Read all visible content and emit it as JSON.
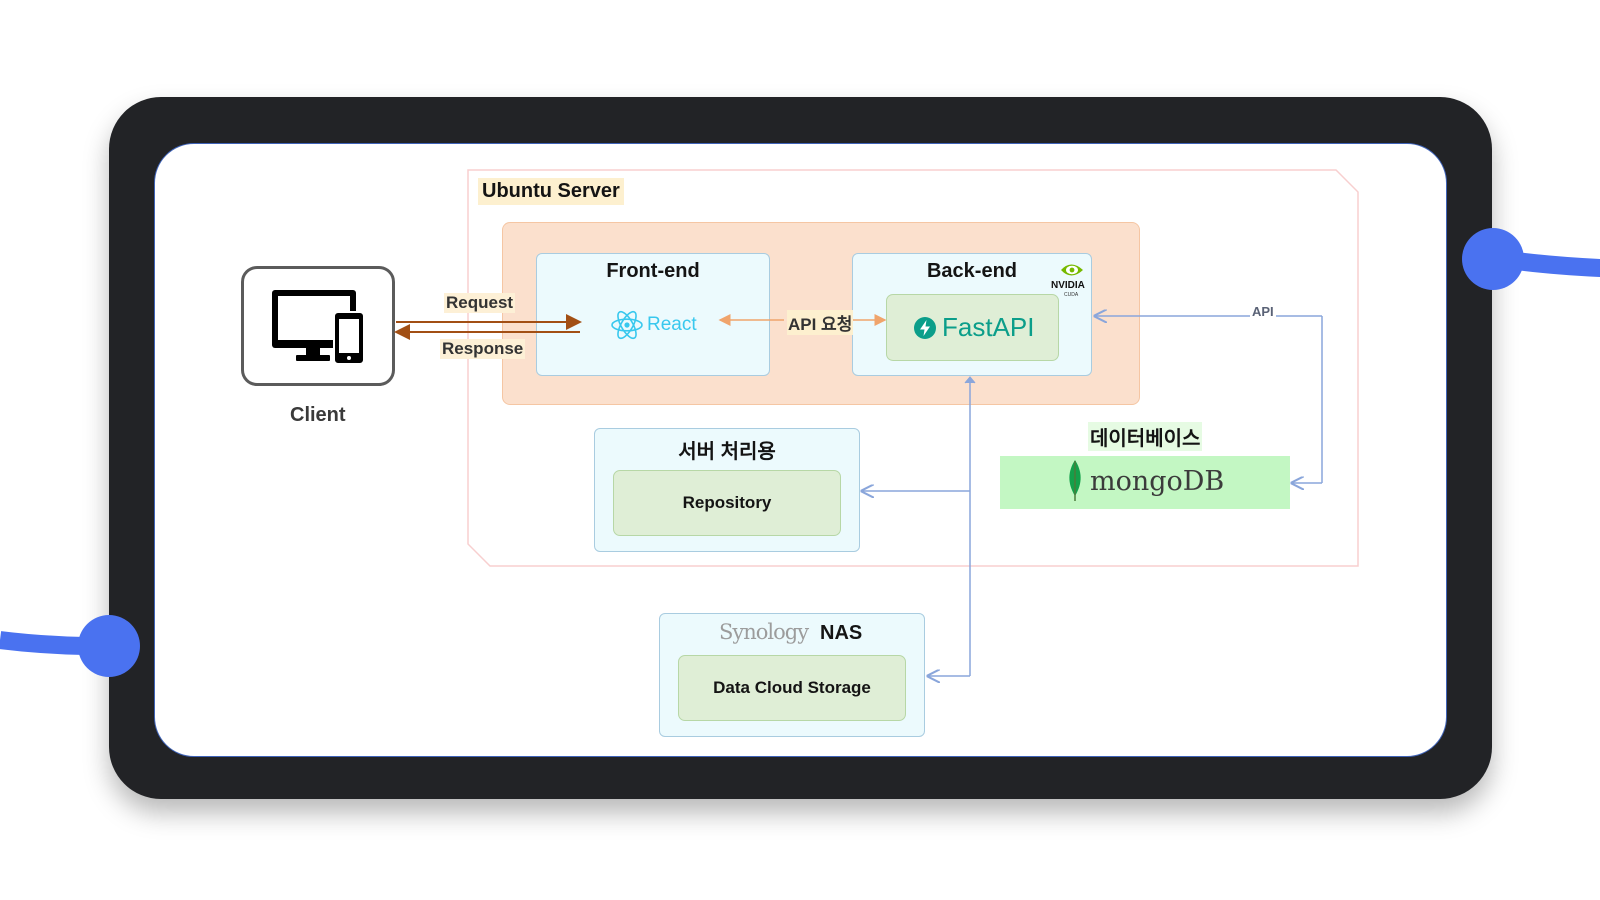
{
  "client": {
    "label": "Client",
    "icon": "desktop-mobile-icon"
  },
  "arrows": {
    "request": "Request",
    "response": "Response",
    "api_request": "API 요청",
    "api": "API"
  },
  "server": {
    "title": "Ubuntu Server"
  },
  "frontend": {
    "title": "Front-end",
    "tech": "React",
    "icon": "react-icon"
  },
  "backend": {
    "title": "Back-end",
    "tech": "FastAPI",
    "icon": "fastapi-icon",
    "badge": "NVIDIA",
    "badge_sub": "CUDA"
  },
  "server_processing": {
    "title": "서버 처리용",
    "item": "Repository"
  },
  "database": {
    "title": "데이터베이스",
    "tech": "mongoDB",
    "icon": "mongodb-leaf-icon"
  },
  "nas": {
    "brand": "Synology",
    "title": "NAS",
    "item": "Data Cloud Storage"
  },
  "colors": {
    "frame": "#222326",
    "accent_blue": "#4a72f0",
    "orange_container": "#fbe0cd",
    "panel_blue": "#ecfafd",
    "inner_green": "#dfeed6",
    "mongo_bar": "#c3f7c3",
    "fastapi": "#0b9e8a",
    "react": "#38c8ee",
    "nvidia": "#76b900"
  }
}
